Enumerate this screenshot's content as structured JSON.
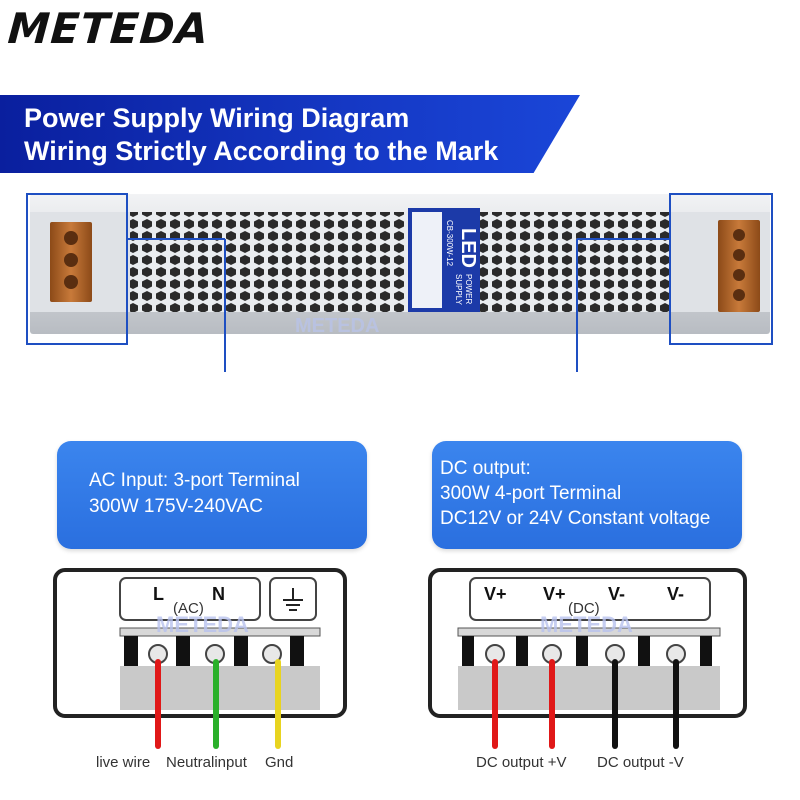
{
  "brand": {
    "name": "METEDA"
  },
  "banner": {
    "line1": "Power Supply Wiring Diagram",
    "line2": "Wiring Strictly According to the Mark"
  },
  "product": {
    "watermark": "METEDA",
    "label_logo": "LED",
    "label_word1": "POWER",
    "label_word2": "SUPPLY",
    "model": "CB-300W-12"
  },
  "ac_callout": {
    "line1": "AC Input: 3-port Terminal",
    "line2": "300W 175V-240VAC"
  },
  "dc_callout": {
    "line1": "DC output:",
    "line2": "300W 4-port Terminal",
    "line3": "DC12V or 24V Constant voltage"
  },
  "ac_diagram": {
    "terminal_l": "L",
    "terminal_n": "N",
    "group_label": "(AC)",
    "ground_symbol": "ground",
    "watermark": "METEDA",
    "wire_colors": {
      "live": "#e01818",
      "neutral": "#2ab02a",
      "ground": "#e8d420"
    },
    "captions": [
      "live wire",
      "Neutralinput",
      "Gnd"
    ]
  },
  "dc_diagram": {
    "terminals": [
      "V+",
      "V+",
      "V-",
      "V-"
    ],
    "group_label": "(DC)",
    "watermark": "METEDA",
    "wire_colors": {
      "positive": "#e01818",
      "negative": "#111111"
    },
    "captions": [
      "DC output  +V",
      "DC output  -V"
    ]
  },
  "colors": {
    "banner": "#1538c4",
    "callout": "#3278e8",
    "frame": "#1e4fc2",
    "terminal_block": "#b8692c"
  }
}
